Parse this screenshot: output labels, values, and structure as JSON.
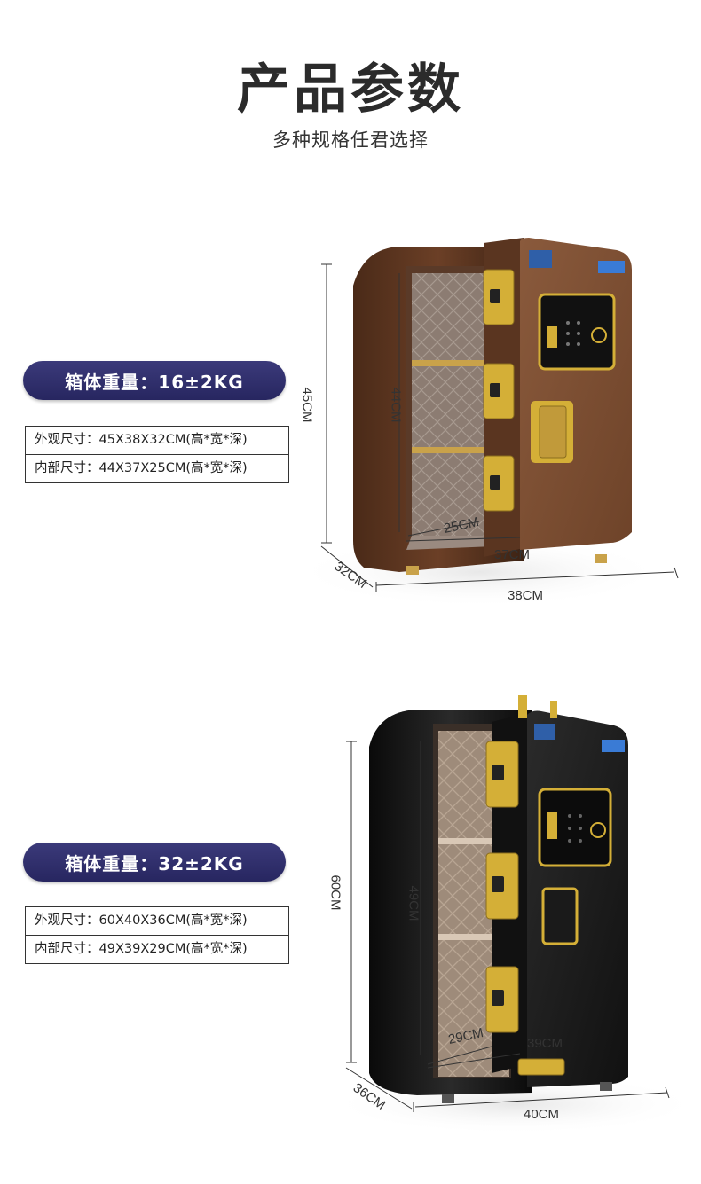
{
  "header": {
    "title": "产品参数",
    "subtitle": "多种规格任君选择"
  },
  "products": [
    {
      "color": "#7a4a2c",
      "weight": "箱体重量：16±2KG",
      "outer_size": "外观尺寸：45X38X32CM(高*宽*深)",
      "inner_size": "内部尺寸：44X37X25CM(高*宽*深)",
      "dims": {
        "outer_height": "45CM",
        "inner_height": "44CM",
        "inner_depth": "25CM",
        "inner_width": "37CM",
        "outer_depth": "32CM",
        "outer_width": "38CM"
      }
    },
    {
      "color": "#141414",
      "weight": "箱体重量：32±2KG",
      "outer_size": "外观尺寸：60X40X36CM(高*宽*深)",
      "inner_size": "内部尺寸：49X39X29CM(高*宽*深)",
      "dims": {
        "outer_height": "60CM",
        "inner_height": "49CM",
        "inner_depth": "29CM",
        "inner_width": "39CM",
        "outer_depth": "36CM",
        "outer_width": "40CM"
      }
    }
  ]
}
